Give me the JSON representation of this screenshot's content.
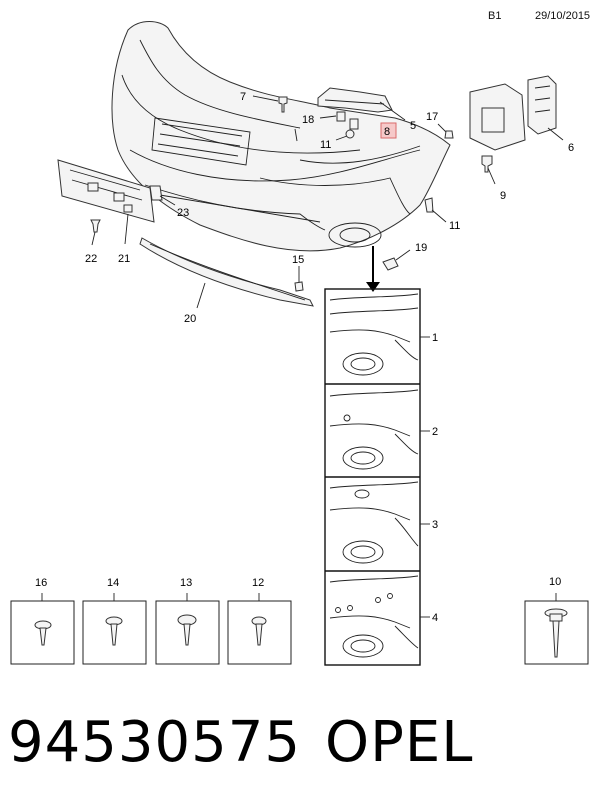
{
  "header": {
    "page_code": "B1",
    "date": "29/10/2015"
  },
  "callouts": {
    "c1": "1",
    "c2": "2",
    "c3": "3",
    "c4": "4",
    "c5": "5",
    "c6": "6",
    "c7": "7",
    "c8": "8",
    "c9": "9",
    "c10": "10",
    "c11a": "11",
    "c11b": "11",
    "c12": "12",
    "c13": "13",
    "c14": "14",
    "c15": "15",
    "c16": "16",
    "c17": "17",
    "c18": "18",
    "c19": "19",
    "c20": "20",
    "c21": "21",
    "c22": "22",
    "c23": "23"
  },
  "footer": {
    "part_number": "94530575",
    "brand": "OPEL"
  }
}
